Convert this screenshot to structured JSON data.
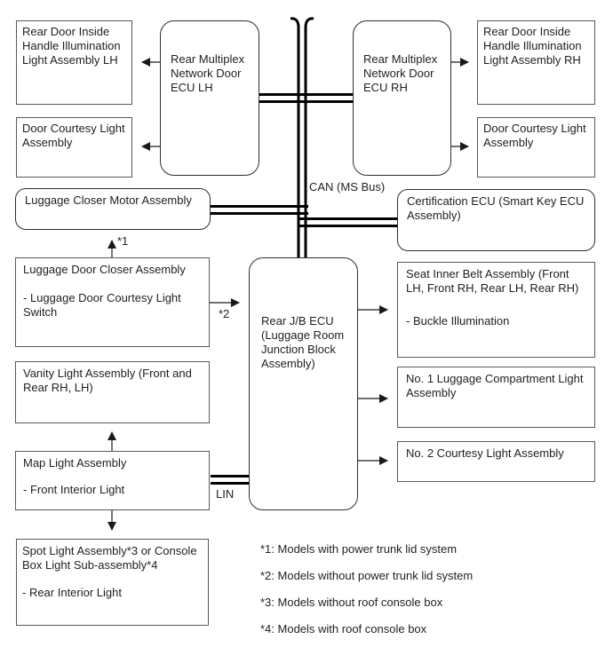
{
  "diagram": {
    "boxes": {
      "rear_door_lh": {
        "text": "Rear Door Inside Handle Illumination Light Assembly LH"
      },
      "door_courtesy_lh": {
        "text": "Door Courtesy Light Assembly"
      },
      "ecu_lh": {
        "text": "Rear Multiplex Network Door ECU LH"
      },
      "ecu_rh": {
        "text": "Rear Multiplex Network Door ECU RH"
      },
      "rear_door_rh": {
        "text": "Rear Door Inside Handle Illumination Light Assembly RH"
      },
      "door_courtesy_rh": {
        "text": "Door Courtesy Light Assembly"
      },
      "luggage_closer_motor": {
        "text": "Luggage Closer Motor Assembly"
      },
      "luggage_door_closer": {
        "title": "Luggage Door Closer Assembly",
        "sub": "- Luggage Door Courtesy Light Switch"
      },
      "rear_jb_ecu": {
        "text": "Rear J/B ECU (Luggage Room Junction Block Assembly)"
      },
      "certification_ecu": {
        "text": "Certification ECU (Smart Key ECU Assembly)"
      },
      "seat_inner_belt": {
        "title": "Seat Inner Belt Assembly (Front LH, Front RH, Rear LH, Rear RH)",
        "sub": "- Buckle Illumination"
      },
      "no1_luggage": {
        "text": "No. 1 Luggage Compartment Light Assembly"
      },
      "no2_courtesy": {
        "text": "No. 2 Courtesy Light Assembly"
      },
      "vanity": {
        "text": "Vanity Light Assembly (Front and Rear RH, LH)"
      },
      "map_light": {
        "title": "Map Light Assembly",
        "sub": "- Front Interior Light"
      },
      "spot_light": {
        "title": "Spot Light Assembly*3 or Console Box Light Sub-assembly*4",
        "sub": "- Rear Interior Light"
      }
    },
    "labels": {
      "can_bus": "CAN (MS Bus)",
      "lin": "LIN",
      "ref1": "*1",
      "ref2": "*2"
    },
    "notes": [
      "*1: Models with power trunk lid system",
      "*2: Models without power trunk lid system",
      "*3: Models without roof console box",
      "*4: Models with roof console box"
    ],
    "colors": {
      "line": "#000000",
      "box_border": "#58595b",
      "text": "#1f1f1f",
      "background": "#ffffff"
    }
  }
}
